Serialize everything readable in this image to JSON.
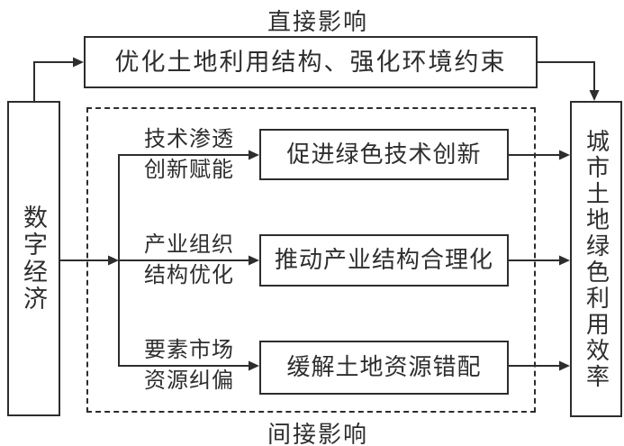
{
  "diagram": {
    "direct_label": "直接影响",
    "indirect_label": "间接影响",
    "source_node": "数字经济",
    "target_node": "城市土地绿色利用效率",
    "direct_box": "优化土地利用结构、强化环境约束",
    "paths": [
      {
        "mech1": "技术渗透",
        "mech2": "创新赋能",
        "outcome": "促进绿色技术创新"
      },
      {
        "mech1": "产业组织",
        "mech2": "结构优化",
        "outcome": "推动产业结构合理化"
      },
      {
        "mech1": "要素市场",
        "mech2": "资源纠偏",
        "outcome": "缓解土地资源错配"
      }
    ],
    "colors": {
      "line": "#2d2d2d",
      "text": "#2e2e2e",
      "background": "#ffffff"
    }
  }
}
